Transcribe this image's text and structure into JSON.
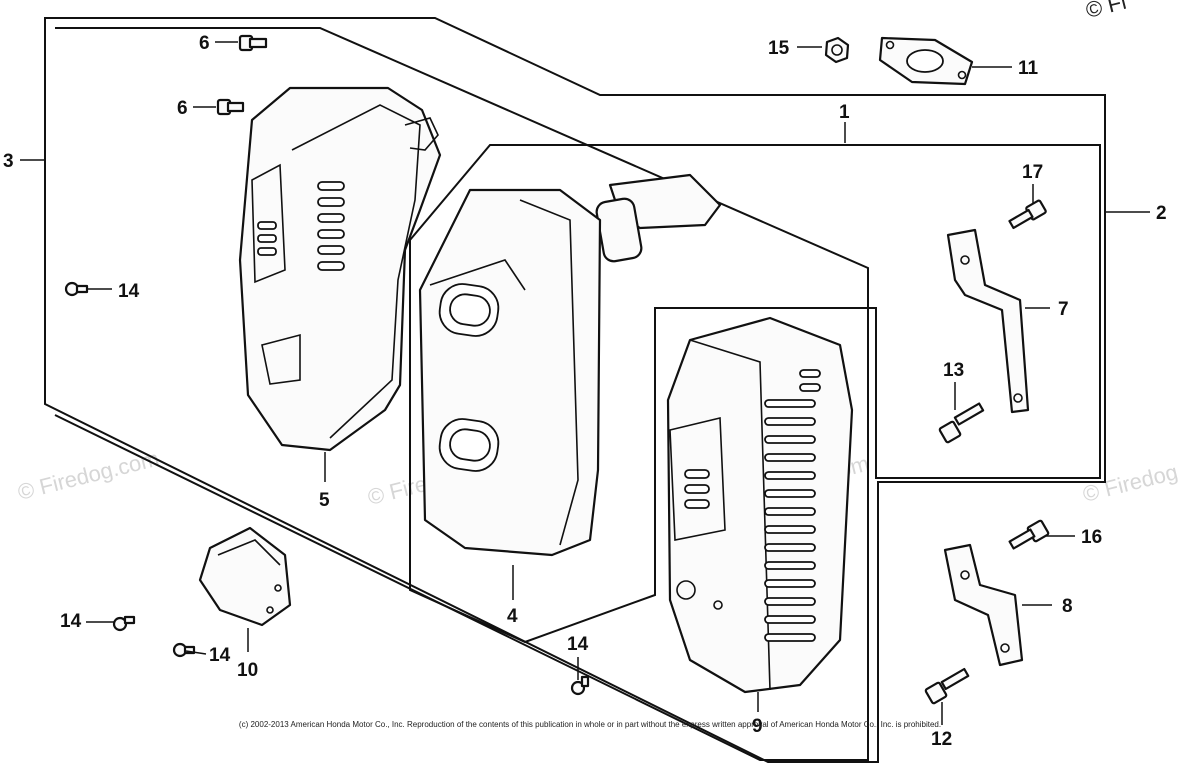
{
  "watermarks": [
    "© Firedog.com",
    "© Firedog.com",
    "© Firedog.com",
    "© Firedog.com",
    "© Fi"
  ],
  "parts": [
    {
      "num": "1",
      "name": "muffler-assembly"
    },
    {
      "num": "2",
      "name": "group-bracket"
    },
    {
      "num": "3",
      "name": "group-outer"
    },
    {
      "num": "4",
      "name": "muffler"
    },
    {
      "num": "5",
      "name": "muffler-protector"
    },
    {
      "num": "6",
      "name": "bolt"
    },
    {
      "num": "6",
      "name": "bolt"
    },
    {
      "num": "7",
      "name": "stay"
    },
    {
      "num": "8",
      "name": "stay"
    },
    {
      "num": "9",
      "name": "muffler-protector"
    },
    {
      "num": "10",
      "name": "spark-arrester-cap"
    },
    {
      "num": "11",
      "name": "gasket"
    },
    {
      "num": "12",
      "name": "bolt"
    },
    {
      "num": "13",
      "name": "bolt"
    },
    {
      "num": "14",
      "name": "screw"
    },
    {
      "num": "14",
      "name": "screw"
    },
    {
      "num": "14",
      "name": "screw"
    },
    {
      "num": "14",
      "name": "screw"
    },
    {
      "num": "15",
      "name": "nut"
    },
    {
      "num": "16",
      "name": "bolt"
    },
    {
      "num": "17",
      "name": "bolt"
    }
  ],
  "copyright": "(c) 2002-2013 American Honda Motor Co., Inc. Reproduction of the contents of this publication in whole or in part without the express written approval of American Honda Motor Co., Inc. is prohibited."
}
